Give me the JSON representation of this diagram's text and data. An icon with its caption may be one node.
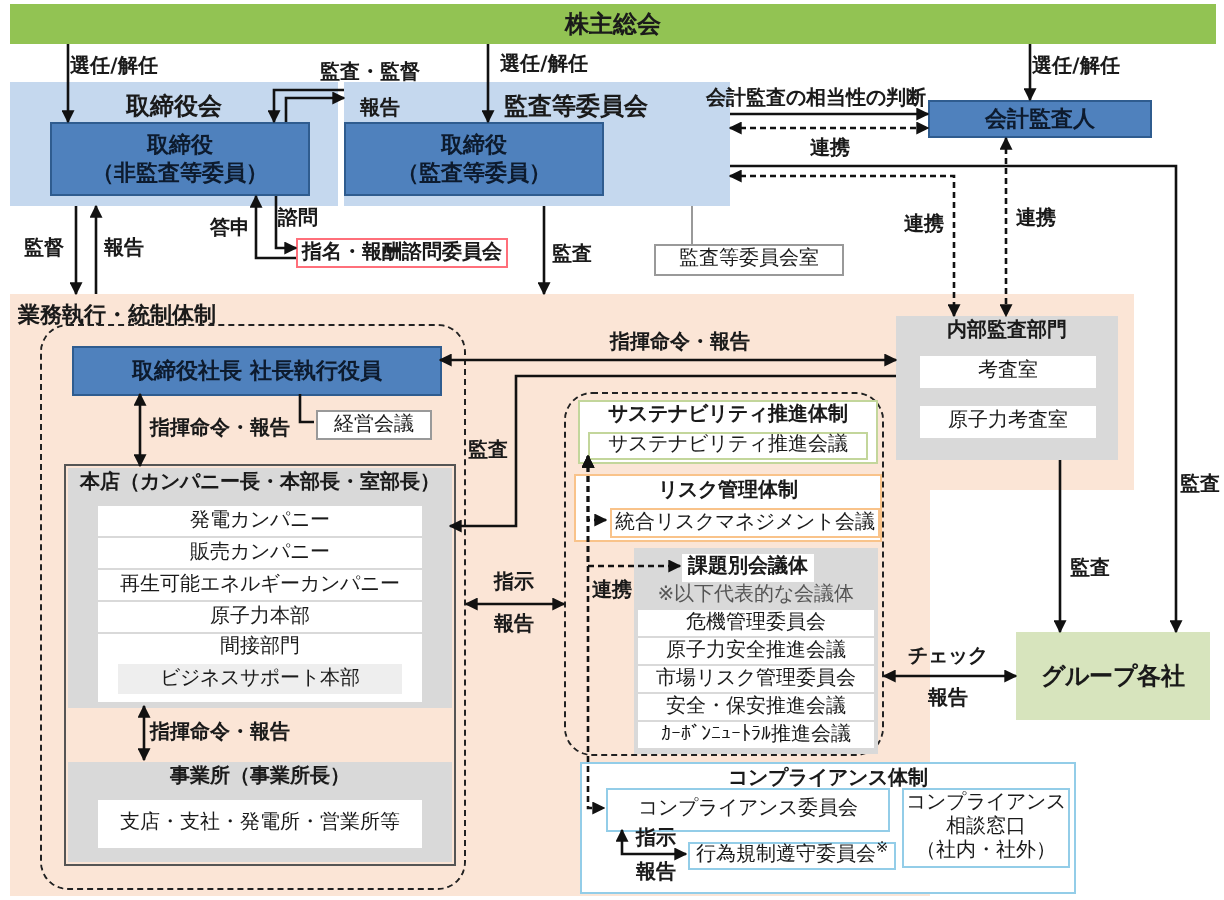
{
  "diagram": {
    "nodes": [
      {
        "text": [
          "株主総会"
        ]
      },
      {
        "text": [
          "取締役会"
        ]
      },
      {
        "text": [
          "取締役",
          "（非監査等委員）"
        ],
        "in": 1
      },
      {
        "text": [
          "監査等委員会"
        ]
      },
      {
        "text": [
          "取締役",
          "（監査等委員）"
        ],
        "in": 3
      },
      {
        "text": [
          "会計監査人"
        ]
      },
      {
        "text": [
          "指名・報酬諮問委員会"
        ]
      },
      {
        "text": [
          "監査等委員会室"
        ]
      },
      {
        "text": [
          "業務執行・統制体制"
        ]
      },
      {
        "text": [],
        "shape": "box",
        "in": 8
      },
      {
        "text": [
          "取締役社長 社長執行役員"
        ],
        "in": 9
      },
      {
        "text": [
          "経営会議"
        ],
        "in": 9
      },
      {
        "text": [
          "本店（カンパニー長・本部長・室部長）"
        ],
        "in": 9
      },
      {
        "text": [
          "発電カンパニー"
        ],
        "in": 12
      },
      {
        "text": [
          "販売カンパニー"
        ],
        "in": 12
      },
      {
        "text": [
          "再生可能エネルギーカンパニー"
        ],
        "in": 12
      },
      {
        "text": [
          "原子力本部"
        ],
        "in": 12
      },
      {
        "text": [
          "間接部門"
        ],
        "in": 12
      },
      {
        "text": [
          "ビジネスサポート本部"
        ],
        "in": 17
      },
      {
        "text": [
          "事業所（事業所長）"
        ],
        "in": 9
      },
      {
        "text": [
          "支店・支社・発電所・営業所等"
        ],
        "in": 19
      },
      {
        "text": [
          "内部監査部門"
        ],
        "in": 8
      },
      {
        "text": [
          "考査室"
        ],
        "in": 21
      },
      {
        "text": [
          "原子力考査室"
        ],
        "in": 21
      },
      {
        "text": [],
        "shape": "box",
        "in": 8
      },
      {
        "text": [
          "サステナビリティ推進体制"
        ],
        "in": 24
      },
      {
        "text": [
          "サステナビリティ推進会議"
        ],
        "in": 25
      },
      {
        "text": [
          "リスク管理体制"
        ],
        "in": 24
      },
      {
        "text": [
          "統合リスクマネジメント会議"
        ],
        "in": 27
      },
      {
        "text": [],
        "shape": "box",
        "in": 24
      },
      {
        "text": [
          "課題別会議体"
        ],
        "in": 29,
        "beside": [
          "※以下代表的な会議体"
        ]
      },
      {
        "text": [
          "危機管理委員会"
        ],
        "in": 29
      },
      {
        "text": [
          "原子力安全推進会議"
        ],
        "in": 29
      },
      {
        "text": [
          "市場リスク管理委員会"
        ],
        "in": 29
      },
      {
        "text": [
          "安全・保安推進会議"
        ],
        "in": 29
      },
      {
        "text": [
          "ｶｰﾎﾞﾝﾆｭｰﾄﾗﾙ推進会議"
        ],
        "in": 29
      },
      {
        "text": [
          "コンプライアンス体制"
        ],
        "in": 8
      },
      {
        "text": [
          "コンプライアンス委員会"
        ],
        "in": 36
      },
      {
        "text": [
          "コンプライアンス相談窓口",
          "（社内・社外）"
        ],
        "in": 36
      },
      {
        "text": [
          "行為規制遵守委員会$^{※}$"
        ],
        "in": 36
      },
      {
        "text": [
          "グループ各社"
        ]
      }
    ],
    "edges": [
      {
        "from": 0,
        "to": 2,
        "arrow": "to",
        "label": "選任/解任"
      },
      {
        "from": 0,
        "to": 4,
        "arrow": "to",
        "label": "選任/解任"
      },
      {
        "from": 0,
        "to": 5,
        "arrow": "to",
        "label": "選任/解任"
      },
      {
        "from": 3,
        "to": 2,
        "arrow": "to",
        "label": "監査・監督"
      },
      {
        "from": 2,
        "to": 3,
        "arrow": "to",
        "label": "報告"
      },
      {
        "from": 3,
        "to": 5,
        "arrow": "to",
        "label": "会計監査の相当性の判断"
      },
      {
        "from": 3,
        "to": 5,
        "arrow": "both",
        "label": "連携",
        "style": "dashed"
      },
      {
        "from": 3,
        "to": 21,
        "arrow": "both",
        "label": "連携",
        "style": "dashed"
      },
      {
        "from": 5,
        "to": 21,
        "arrow": "both",
        "label": "連携",
        "style": "dashed"
      },
      {
        "from": 3,
        "to": 40,
        "arrow": "to",
        "label": "監査"
      },
      {
        "from": 1,
        "to": 8,
        "arrow": "to",
        "label": "監督"
      },
      {
        "from": 8,
        "to": 1,
        "arrow": "to",
        "label": "報告"
      },
      {
        "from": 6,
        "to": 2,
        "arrow": "to",
        "label": "答申"
      },
      {
        "from": 2,
        "to": 6,
        "arrow": "to",
        "label": "諮問"
      },
      {
        "from": 3,
        "to": 8,
        "arrow": "to",
        "label": "監査"
      },
      {
        "from": 3,
        "to": 7,
        "arrow": "none",
        "color": "#999999"
      },
      {
        "from": 21,
        "to": 10,
        "arrow": "both",
        "label": "指揮命令・報告"
      },
      {
        "from": 21,
        "to": 12,
        "arrow": "to",
        "label": "監査"
      },
      {
        "from": 10,
        "to": 11,
        "arrow": "none"
      },
      {
        "from": 10,
        "to": 12,
        "arrow": "both",
        "label": "指揮命令・報告"
      },
      {
        "from": 12,
        "to": 19,
        "arrow": "both",
        "label": "指揮命令・報告"
      },
      {
        "from": 9,
        "to": 24,
        "arrow": "both",
        "label": "指示"
      },
      {
        "from": 26,
        "to": 28,
        "arrow": "both",
        "style": "dashed"
      },
      {
        "from": 26,
        "to": 30,
        "arrow": "both",
        "label": "連携",
        "style": "dashed"
      },
      {
        "from": 26,
        "to": 37,
        "arrow": "both",
        "style": "dashed"
      },
      {
        "from": 37,
        "to": 39,
        "arrow": "both",
        "label": "指示"
      },
      {
        "from": 24,
        "to": 40,
        "arrow": "both",
        "label": "チェック"
      },
      {
        "from": 21,
        "to": 40,
        "arrow": "to",
        "label": "監査"
      }
    ],
    "labels": [
      "報告",
      "報告",
      "報告"
    ]
  }
}
